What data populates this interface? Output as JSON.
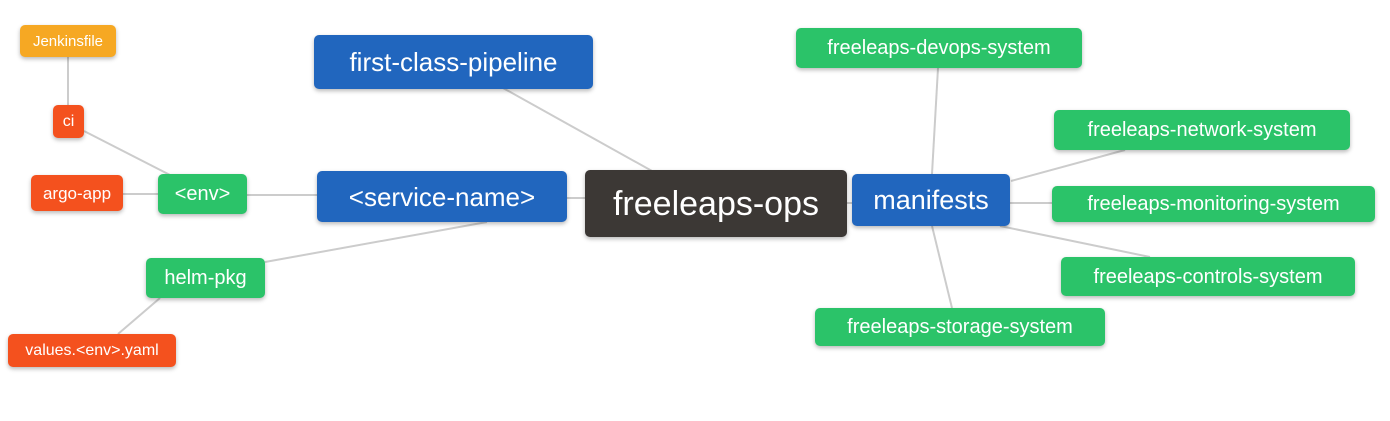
{
  "diagram": {
    "type": "mindmap",
    "root": "freeleaps_ops"
  },
  "nodes": {
    "freeleaps_ops": {
      "label": "freeleaps-ops",
      "color": "#3C3835",
      "level": "root"
    },
    "first_class_pipeline": {
      "label": "first-class-pipeline",
      "color": "#2166BE",
      "level": "2"
    },
    "service_name": {
      "label": "<service-name>",
      "color": "#2166BE",
      "level": "2"
    },
    "manifests": {
      "label": "manifests",
      "color": "#2166BE",
      "level": "2"
    },
    "env": {
      "label": "<env>",
      "color": "#2BC369",
      "level": "3"
    },
    "helm_pkg": {
      "label": "helm-pkg",
      "color": "#2BC369",
      "level": "3"
    },
    "ci": {
      "label": "ci",
      "color": "#F4511E",
      "level": "4"
    },
    "argo_app": {
      "label": "argo-app",
      "color": "#F4511E",
      "level": "4"
    },
    "values_env_yaml": {
      "label": "values.<env>.yaml",
      "color": "#F4511E",
      "level": "4"
    },
    "jenkinsfile": {
      "label": "Jenkinsfile",
      "color": "#F6A823",
      "level": "5"
    },
    "devops_system": {
      "label": "freeleaps-devops-system",
      "color": "#2BC369",
      "level": "3"
    },
    "network_system": {
      "label": "freeleaps-network-system",
      "color": "#2BC369",
      "level": "3"
    },
    "monitoring_system": {
      "label": "freeleaps-monitoring-system",
      "color": "#2BC369",
      "level": "3"
    },
    "controls_system": {
      "label": "freeleaps-controls-system",
      "color": "#2BC369",
      "level": "3"
    },
    "storage_system": {
      "label": "freeleaps-storage-system",
      "color": "#2BC369",
      "level": "3"
    }
  },
  "edges": [
    {
      "from": "jenkinsfile",
      "to": "ci"
    },
    {
      "from": "ci",
      "to": "env"
    },
    {
      "from": "argo_app",
      "to": "env"
    },
    {
      "from": "env",
      "to": "service_name"
    },
    {
      "from": "first_class_pipeline",
      "to": "freeleaps_ops"
    },
    {
      "from": "service_name",
      "to": "freeleaps_ops"
    },
    {
      "from": "service_name",
      "to": "helm_pkg"
    },
    {
      "from": "helm_pkg",
      "to": "values_env_yaml"
    },
    {
      "from": "freeleaps_ops",
      "to": "manifests"
    },
    {
      "from": "manifests",
      "to": "devops_system"
    },
    {
      "from": "manifests",
      "to": "network_system"
    },
    {
      "from": "manifests",
      "to": "monitoring_system"
    },
    {
      "from": "manifests",
      "to": "controls_system"
    },
    {
      "from": "manifests",
      "to": "storage_system"
    }
  ],
  "style": {
    "edge_color": "#cccccc",
    "background": "#ffffff",
    "text_color": "#ffffff"
  }
}
